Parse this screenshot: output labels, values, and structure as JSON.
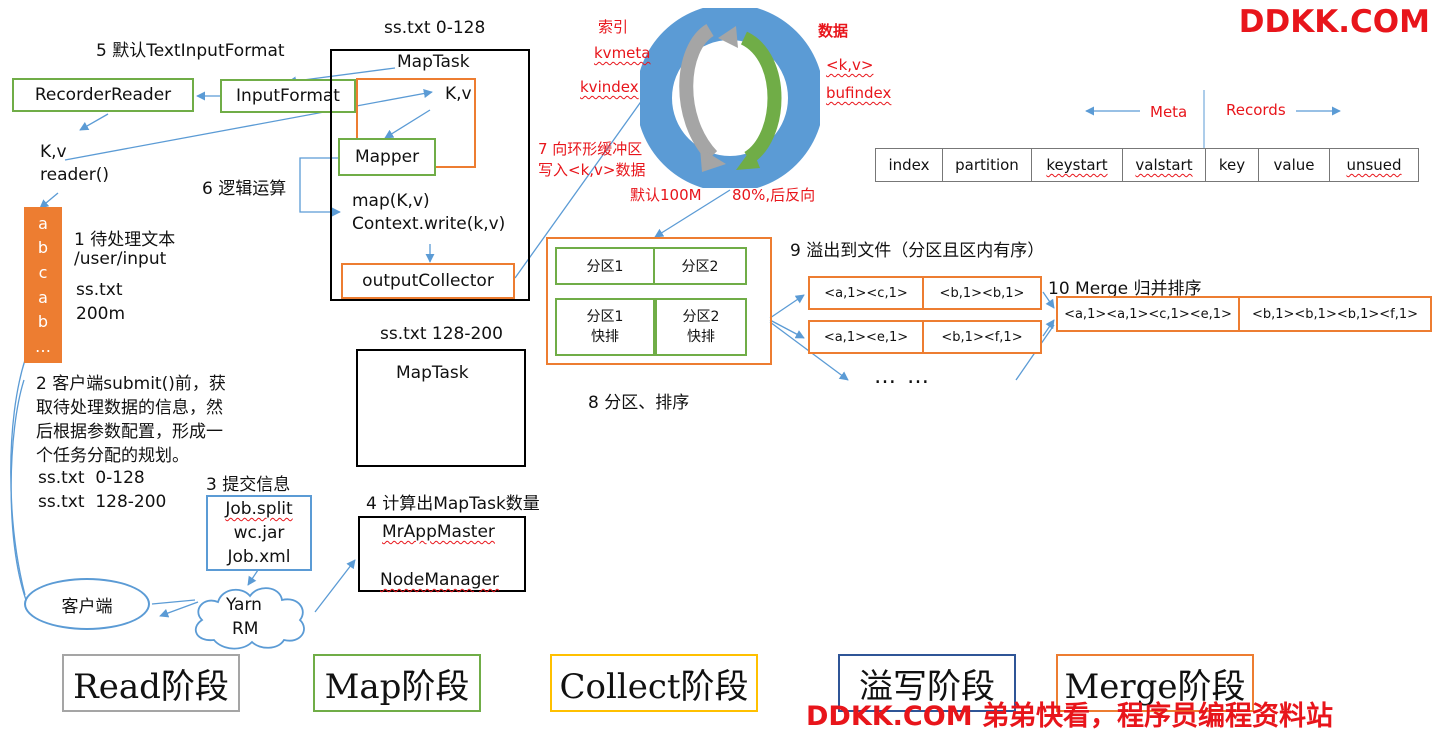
{
  "brand_top": "DDKK.COM",
  "brand_bottom": "DDKK.COM 弟弟快看，程序员编程资料站",
  "read_side": {
    "step5": "5 默认TextInputFormat",
    "recorder_reader": "RecorderReader",
    "input_format": "InputFormat",
    "kv": "K,v",
    "reader": "reader()",
    "input_chars": [
      "a",
      "b",
      "c",
      "a",
      "b",
      "…"
    ],
    "step1_lines": [
      "1 待处理文本",
      "/user/input"
    ],
    "file_lines": [
      "ss.txt",
      "200m"
    ],
    "step2_lines": [
      "2 客户端submit()前，获",
      "取待处理数据的信息，然",
      "后根据参数配置，形成一",
      "个任务分配的规划。"
    ],
    "split_lines": [
      "ss.txt  0-128",
      "ss.txt  128-200"
    ],
    "step3": "3 提交信息",
    "job_files": [
      "Job.split",
      "wc.jar",
      "Job.xml"
    ],
    "client": "客户端",
    "yarn_lines": [
      "Yarn",
      "RM"
    ],
    "step4": "4 计算出MapTask数量",
    "mr_app_master": "MrAppMaster",
    "node_manager": "NodeManager"
  },
  "map_task_1": {
    "range_label": "ss.txt 0-128",
    "title": "MapTask",
    "kv": "K,v",
    "mapper": "Mapper",
    "step6": "6 逻辑运算",
    "code_lines": [
      "map(K,v)",
      "Context.write(k,v)"
    ],
    "output_collector": "outputCollector"
  },
  "map_task_2": {
    "range_label": "ss.txt 128-200",
    "title": "MapTask"
  },
  "ring_buffer": {
    "index_label": "索引",
    "kvmeta": "kvmeta",
    "kvindex": "kvindex",
    "data_label": "数据",
    "kv_data": "<k,v>",
    "bufindex": "bufindex",
    "step7_lines": [
      "7 向环形缓冲区",
      "写入<k,v>数据"
    ],
    "default_size": "默认100M",
    "threshold": "80%,后反向",
    "colors": {
      "ring": "#5b9bd5",
      "arrow_gray": "#a5a5a5",
      "arrow_green": "#70ad47"
    }
  },
  "meta_records": {
    "meta": "Meta",
    "records": "Records",
    "fields": [
      "index",
      "partition",
      "keystart",
      "valstart",
      "key",
      "value",
      "unsued"
    ]
  },
  "partition_sort": {
    "partitions": [
      "分区1",
      "分区2"
    ],
    "sorted": [
      [
        "分区1",
        "快排"
      ],
      [
        "分区2",
        "快排"
      ]
    ],
    "step8": "8 分区、排序"
  },
  "spill": {
    "step9": "9 溢出到文件（分区且区内有序）",
    "file1": [
      "<a,1><c,1>",
      "<b,1><b,1>"
    ],
    "file2": [
      "<a,1><e,1>",
      "<b,1><f,1>"
    ],
    "ellipsis": "… …"
  },
  "merge": {
    "step10": "10 Merge 归并排序",
    "result": [
      "<a,1><a,1><c,1><e,1>",
      "<b,1><b,1><b,1><f,1>"
    ]
  },
  "stages": [
    {
      "label": "Read阶段",
      "color": "#a5a5a5"
    },
    {
      "label": "Map阶段",
      "color": "#70ad47"
    },
    {
      "label": "Collect阶段",
      "color": "#ffc000"
    },
    {
      "label": "溢写阶段",
      "color": "#2f5597"
    },
    {
      "label": "Merge阶段",
      "color": "#ed7d31"
    }
  ]
}
